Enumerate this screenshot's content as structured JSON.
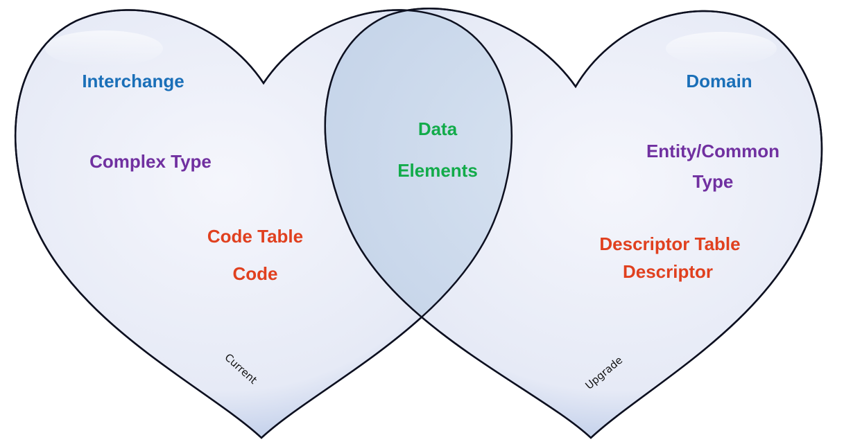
{
  "colors": {
    "blue": "#1a6fb8",
    "purple": "#7030a0",
    "red": "#e0401f",
    "green": "#12ab4a",
    "outline": "#0d1020",
    "heart_fill": "#e9ecf7",
    "heart_edge": "#6c8ec8",
    "overlap_fill": "#cbd8ea"
  },
  "left_heart": {
    "title": "Interchange",
    "type_label": "Complex Type",
    "table_line1": "Code Table",
    "table_line2": "Code",
    "tag": "Current"
  },
  "overlap": {
    "line1": "Data",
    "line2": "Elements"
  },
  "right_heart": {
    "title": "Domain",
    "type_line1": "Entity/Common",
    "type_line2": "Type",
    "table_line1": "Descriptor Table",
    "table_line2": "Descriptor",
    "tag": "Upgrade"
  }
}
